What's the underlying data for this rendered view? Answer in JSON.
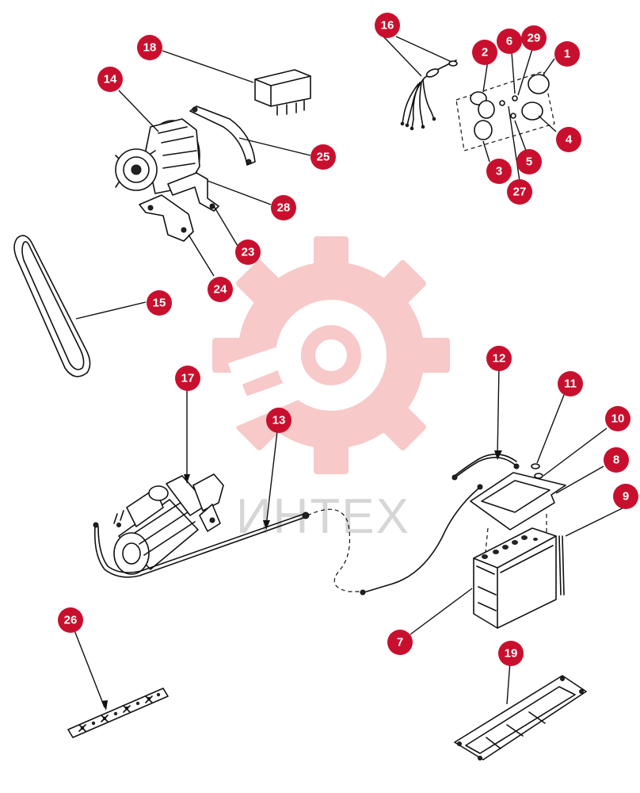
{
  "watermark": {
    "text": "ИНТЕХ",
    "gear_color": "#f7c9c9",
    "text_color": "#d6d6d6"
  },
  "colors": {
    "callout_fill": "#c8102e",
    "callout_text": "#ffffff",
    "line": "#111111"
  },
  "callouts": [
    "1",
    "2",
    "3",
    "4",
    "5",
    "6",
    "7",
    "8",
    "9",
    "10",
    "11",
    "12",
    "13",
    "14",
    "15",
    "16",
    "17",
    "18",
    "19",
    "23",
    "24",
    "25",
    "26",
    "27",
    "28",
    "29"
  ],
  "parts": {
    "relay": "relay-box",
    "alternator": "alternator",
    "adjust_strap": "adjusting-strap",
    "mount_bracket": "mounting-bracket",
    "v_belt": "v-belt",
    "harness": "wiring-harness",
    "gauge_panel": "instrument-panel",
    "starter": "starter-motor",
    "battery_cable": "battery-cable",
    "ground_cable": "ground-cable",
    "battery": "battery",
    "hold_down": "hold-down-frame",
    "battery_tray": "battery-tray",
    "terminal_strip": "terminal-strip"
  }
}
